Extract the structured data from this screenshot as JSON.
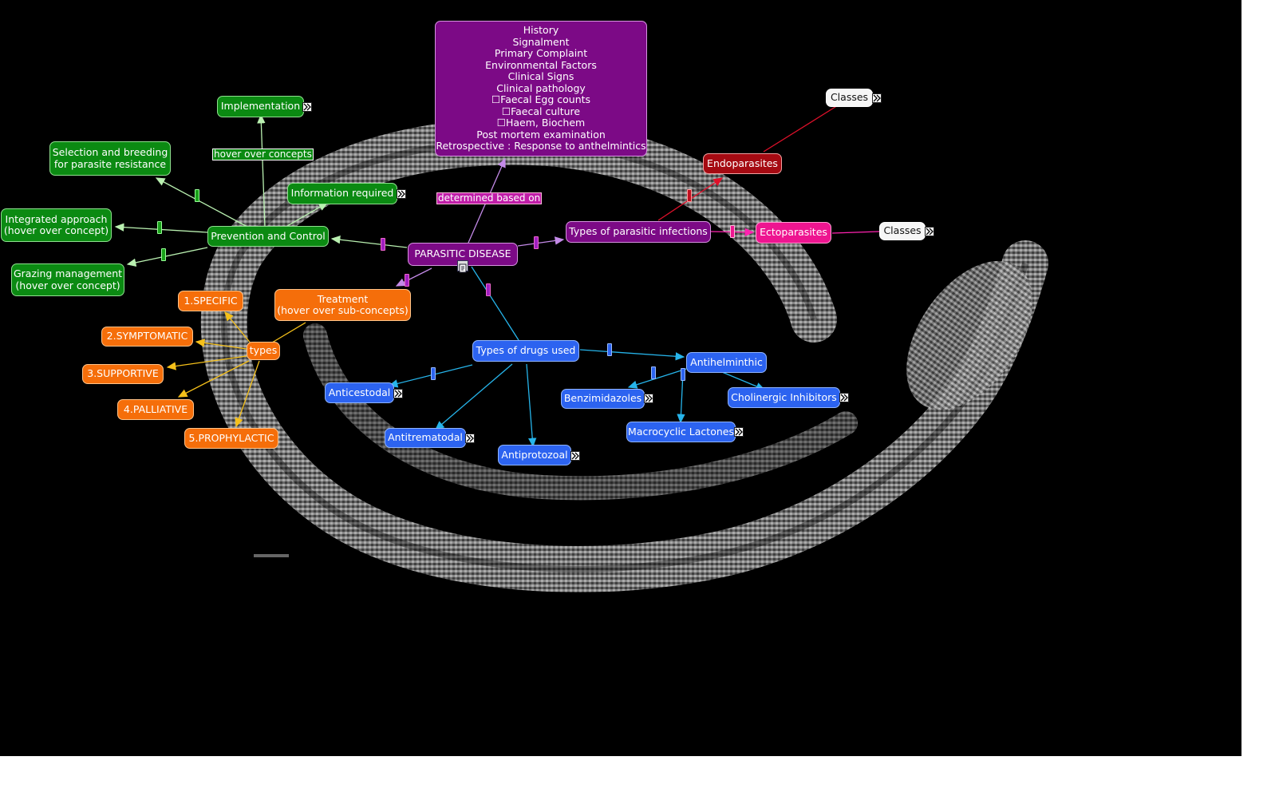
{
  "colors": {
    "green": "#0b8a12",
    "orange": "#f56e0a",
    "blue": "#2c63f0",
    "purple": "#7c0a86",
    "darkred": "#a50a12",
    "pink": "#ee1590",
    "white": "#f6f6f6",
    "background": "#000000"
  },
  "nodes": {
    "center": "PARASITIC DISEASE",
    "diagnosis": "History\nSignalment\nPrimary Complaint\nEnvironmental Factors\nClinical Signs\nClinical pathology\n☐Faecal Egg counts\n☐Faecal culture\n☐Haem, Biochem\nPost mortem examination\nRetrospective : Response to anthelmintics",
    "prevention": "Prevention and Control",
    "implementation": "Implementation",
    "selection": "Selection and breeding\nfor parasite resistance",
    "information": "Information required",
    "integrated": "Integrated approach\n(hover over concept)",
    "grazing": "Grazing management\n(hover over concept)",
    "treatment": "Treatment\n(hover over sub-concepts)",
    "types": "types",
    "specific": "1.SPECIFIC",
    "symptomatic": "2.SYMPTOMATIC",
    "supportive": "3.SUPPORTIVE",
    "palliative": "4.PALLIATIVE",
    "prophylactic": "5.PROPHYLACTIC",
    "infection_types": "Types of parasitic infections",
    "endoparasites": "Endoparasites",
    "ectoparasites": "Ectoparasites",
    "classes_endo": "Classes",
    "classes_ecto": "Classes",
    "drugs": "Types of drugs used",
    "anticestodal": "Anticestodal",
    "antitrematodal": "Antitrematodal",
    "antiprotozoal": "Antiprotozoal",
    "antihelminthic": "Antihelminthic",
    "benzimidazoles": "Benzimidazoles",
    "macrocyclic": "Macrocyclic Lactones",
    "cholinergic": "Cholinergic Inhibitors"
  },
  "link_labels": {
    "hover": "hover over concepts",
    "determined": "determined based on"
  },
  "icons": {
    "expand": "expand-arrows-icon",
    "resource": "resource-document-icon"
  }
}
